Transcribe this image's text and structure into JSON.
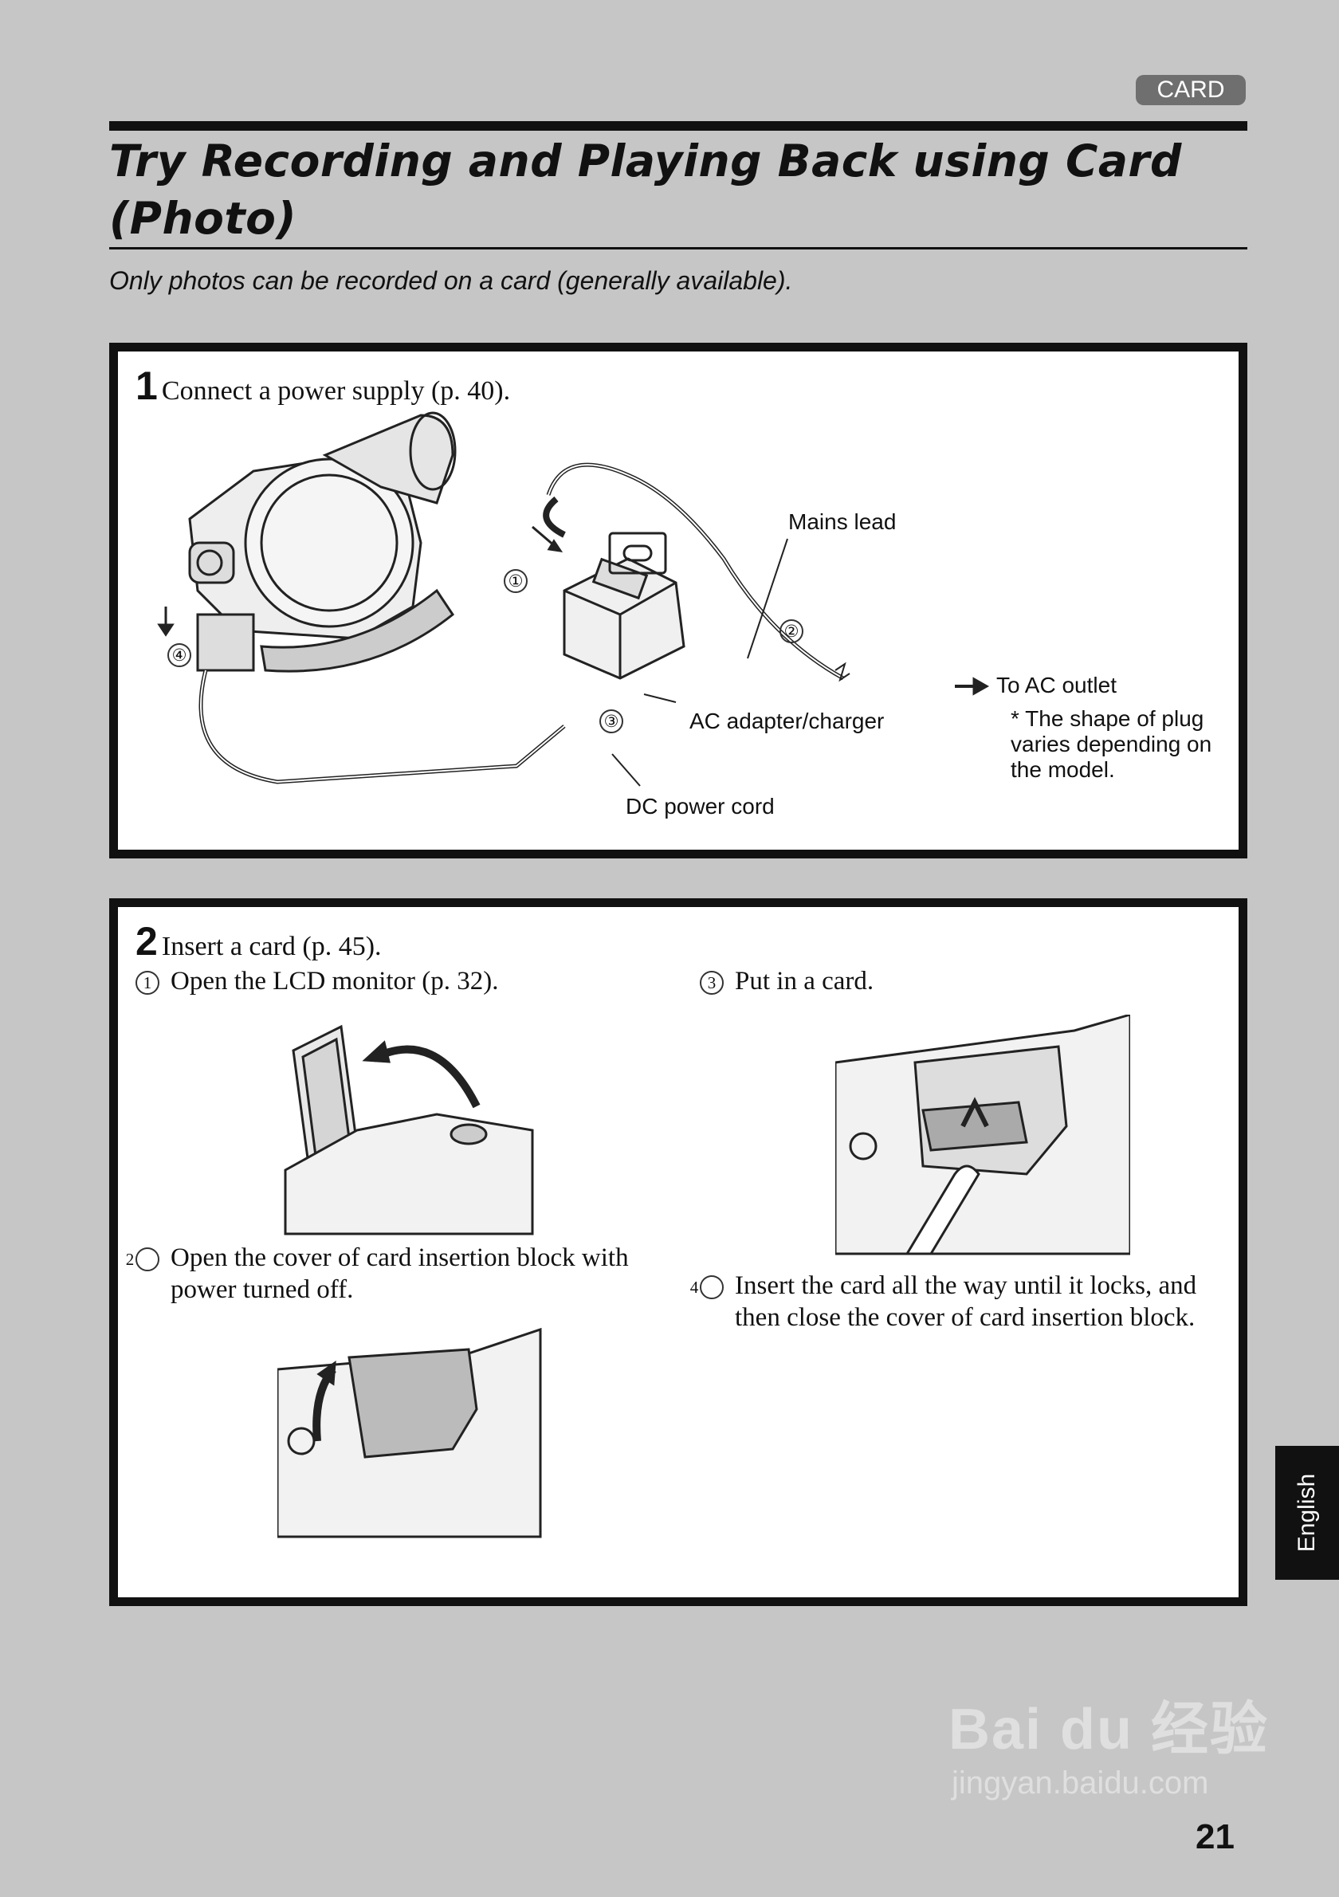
{
  "header": {
    "badge": "CARD",
    "title": "Try Recording and Playing Back using Card (Photo)",
    "subtitle": "Only photos can be recorded on a card (generally available)."
  },
  "step1": {
    "number": "1",
    "text": "Connect a power supply (p. 40).",
    "labels": {
      "mains_lead": "Mains lead",
      "ac_adapter": "AC adapter/charger",
      "dc_cord": "DC power cord",
      "to_outlet": "To AC outlet",
      "note": "* The shape of plug varies depending on the model."
    },
    "callouts": [
      "①",
      "②",
      "③",
      "④"
    ]
  },
  "step2": {
    "number": "2",
    "text": "Insert a card (p. 45).",
    "items": [
      {
        "marker": "1",
        "text": "Open the LCD monitor (p. 32)."
      },
      {
        "marker": "2",
        "text": "Open the cover of card insertion block with power turned off."
      },
      {
        "marker": "3",
        "text": "Put in a card."
      },
      {
        "marker": "4",
        "text": "Insert the card all the way until it locks, and then close the cover of card insertion block."
      }
    ]
  },
  "side_tab": "English",
  "page_number": "21",
  "watermark": {
    "brand": "Bai du 经验",
    "url": "jingyan.baidu.com"
  },
  "colors": {
    "page_bg": "#c6c6c6",
    "box_border": "#111111",
    "badge_bg": "#6f6f6f"
  }
}
